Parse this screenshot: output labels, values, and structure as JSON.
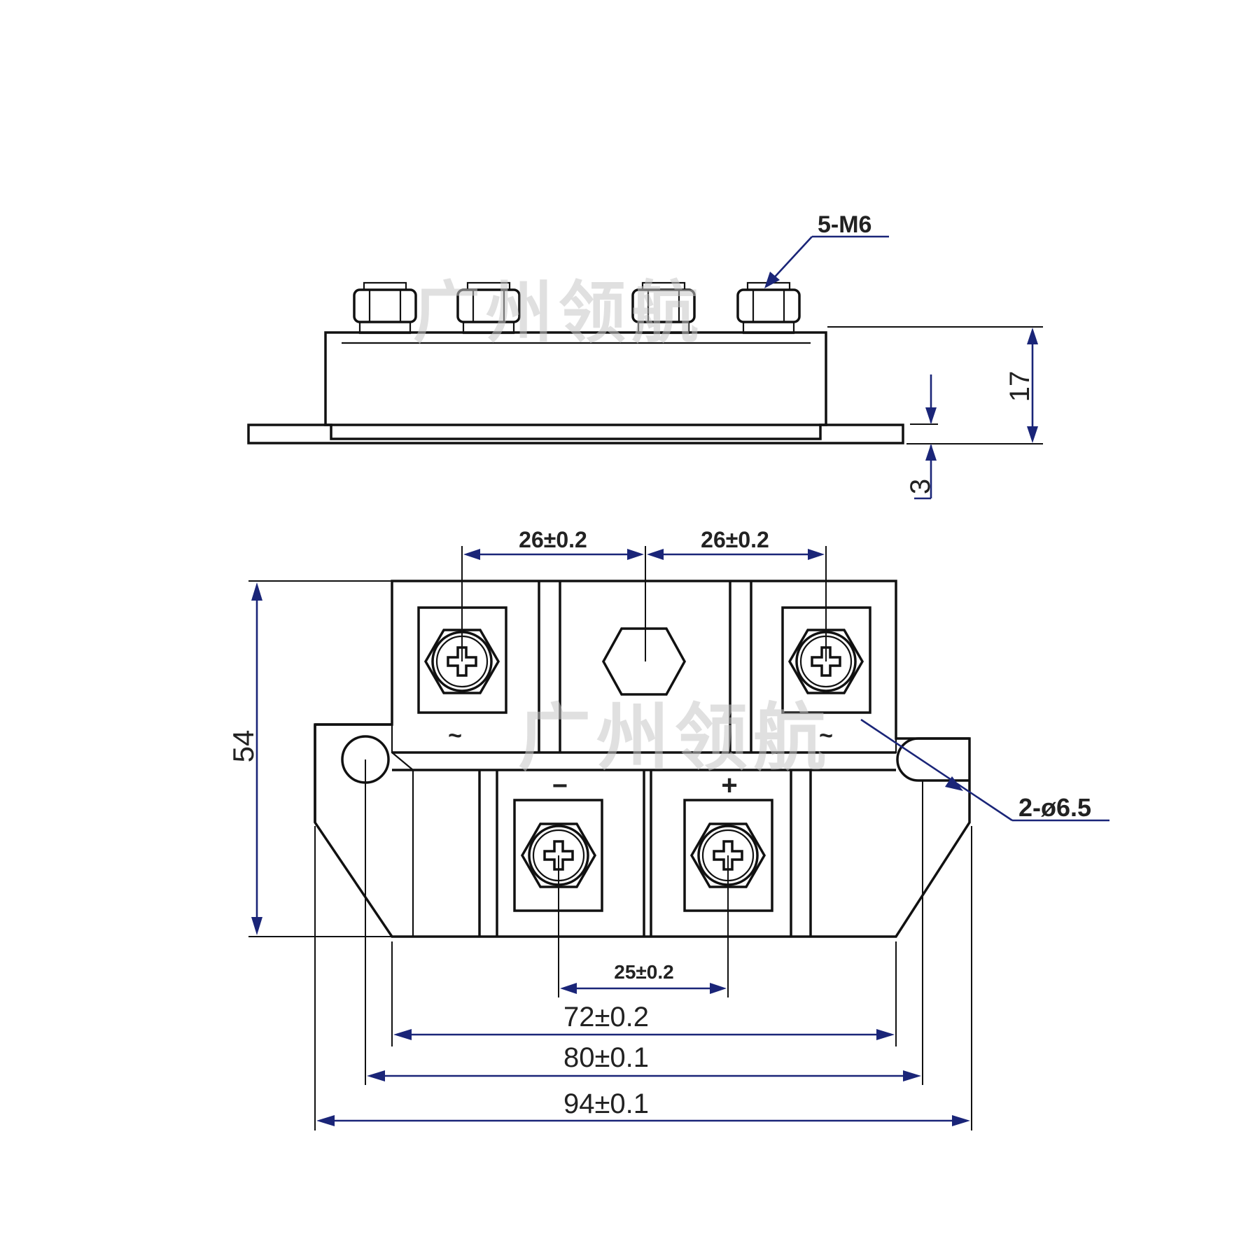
{
  "side_view": {
    "thread_callout": "5-M6",
    "height_dim": "17",
    "base_dim": "3"
  },
  "top_view": {
    "pitch_left": "26±0.2",
    "pitch_right": "26±0.2",
    "height_dim": "54",
    "hole_callout": "2-ø6.5",
    "terminal_pitch": "25±0.2",
    "body_width": "72±0.2",
    "hole_spacing": "80±0.1",
    "overall_width": "94±0.1",
    "terminal_labels": {
      "ac_left": "~",
      "ac_right": "~",
      "negative": "−",
      "positive": "+"
    }
  },
  "watermark": "广州领航",
  "colors": {
    "outline": "#111111",
    "dimension": "#1a2578",
    "watermark": "#c8c8c8"
  }
}
